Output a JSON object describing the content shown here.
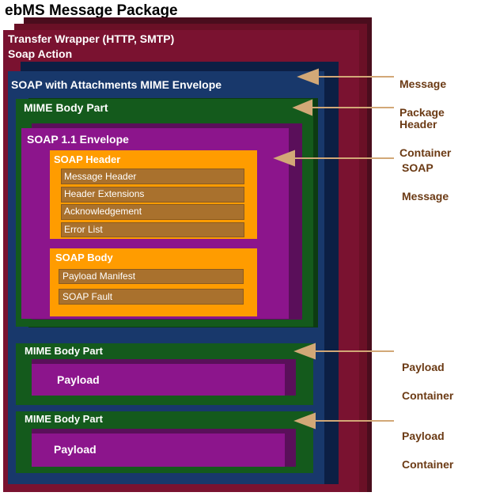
{
  "title": "ebMS Message Package",
  "transfer_wrapper": {
    "line1": "Transfer Wrapper (HTTP, SMTP)",
    "line2": "Soap Action"
  },
  "soap_attachments": {
    "label": "SOAP with Attachments MIME Envelope"
  },
  "mime_body_part_header": {
    "label": "MIME Body Part"
  },
  "soap_envelope": {
    "label": "SOAP 1.1 Envelope"
  },
  "soap_header": {
    "label": "SOAP Header",
    "items": [
      "Message Header",
      "Header Extensions",
      "Acknowledgement",
      "Error List"
    ]
  },
  "soap_body": {
    "label": "SOAP Body",
    "items": [
      "Payload Manifest",
      "SOAP Fault"
    ]
  },
  "payload_parts": [
    {
      "label": "MIME Body Part",
      "payload": "Payload"
    },
    {
      "label": "MIME Body Part",
      "payload": "Payload"
    }
  ],
  "callouts": [
    {
      "line1": "Message",
      "line2": "Package"
    },
    {
      "line1": "Header",
      "line2": "Container"
    },
    {
      "line1": "SOAP",
      "line2": "Message"
    },
    {
      "line1": "Payload",
      "line2": "Container"
    },
    {
      "line1": "Payload",
      "line2": "Container"
    }
  ],
  "colors": {
    "transfer_wrapper": "#7a1230",
    "mime_envelope": "#18386b",
    "mime_body_part": "#145a1c",
    "soap_envelope": "#8c158c",
    "soap_section": "#ff9c00",
    "item_box": "#a9712d",
    "arrow": "#d2a877",
    "callout_text": "#6b3a14"
  }
}
